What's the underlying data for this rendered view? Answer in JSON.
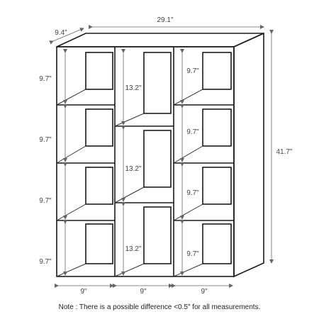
{
  "dimensions": {
    "total_width": "29.1\"",
    "depth": "9.4\"",
    "total_height": "41.7\"",
    "left_cube_heights": [
      "9.7\"",
      "9.7\"",
      "9.7\"",
      "9.7\""
    ],
    "middle_cube_heights": [
      "13.2\"",
      "13.2\"",
      "13.2\""
    ],
    "right_cube_heights": [
      "9.7\"",
      "9.7\"",
      "9.7\"",
      "9.7\""
    ],
    "column_widths": [
      "9\"",
      "9\"",
      "9\""
    ]
  },
  "note": "Note : There is a possible difference <0.5\" for all measurements."
}
